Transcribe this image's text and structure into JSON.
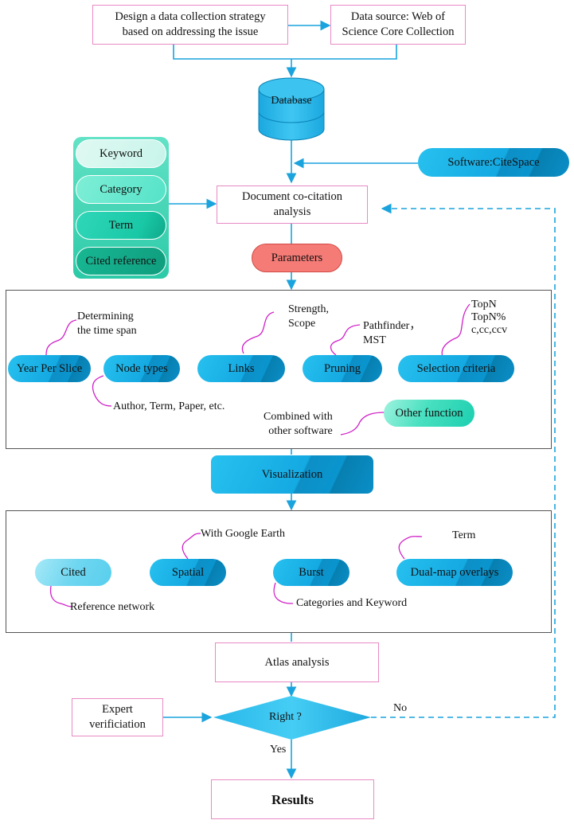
{
  "steps": {
    "strategy": "Design a data collection strategy\nbased on addressing  the issue",
    "source": "Data source: Web of\nScience Core Collection",
    "database": "Database",
    "software": "Software:CiteSpace",
    "cocitation": "Document co-citation\nanalysis",
    "parameters": "Parameters",
    "visualization": "Visualization",
    "atlas": "Atlas analysis",
    "expert": "Expert\nverificiation",
    "right": "Right ?",
    "no": "No",
    "yes": "Yes",
    "results": "Results"
  },
  "node_types_panel": [
    "Keyword",
    "Category",
    "Term",
    "Cited reference"
  ],
  "parameters": {
    "pills": [
      "Year Per Slice",
      "Node types",
      "Links",
      "Pruning",
      "Selection criteria"
    ],
    "other_function": "Other function",
    "notes": {
      "time_span": "Determining\nthe time span",
      "node_types": "Author, Term, Paper, etc.",
      "links": "Strength,\nScope",
      "pruning": "Pathfinder，\nMST",
      "selection": "TopN\nTopN%\nc,cc,ccv",
      "combined": "Combined with\nother software"
    }
  },
  "visualization": {
    "pills": [
      "Cited",
      "Spatial",
      "Burst",
      "Dual-map overlays"
    ],
    "notes": {
      "cited": "Reference network",
      "spatial": "With Google Earth",
      "burst": "Categories and Keyword",
      "dualmap": "Term"
    }
  },
  "colors": {
    "arrow": "#1aa3dd",
    "box_border": "#e88ac4",
    "callout": "#d020c8",
    "accent_red": "#f57b76"
  }
}
